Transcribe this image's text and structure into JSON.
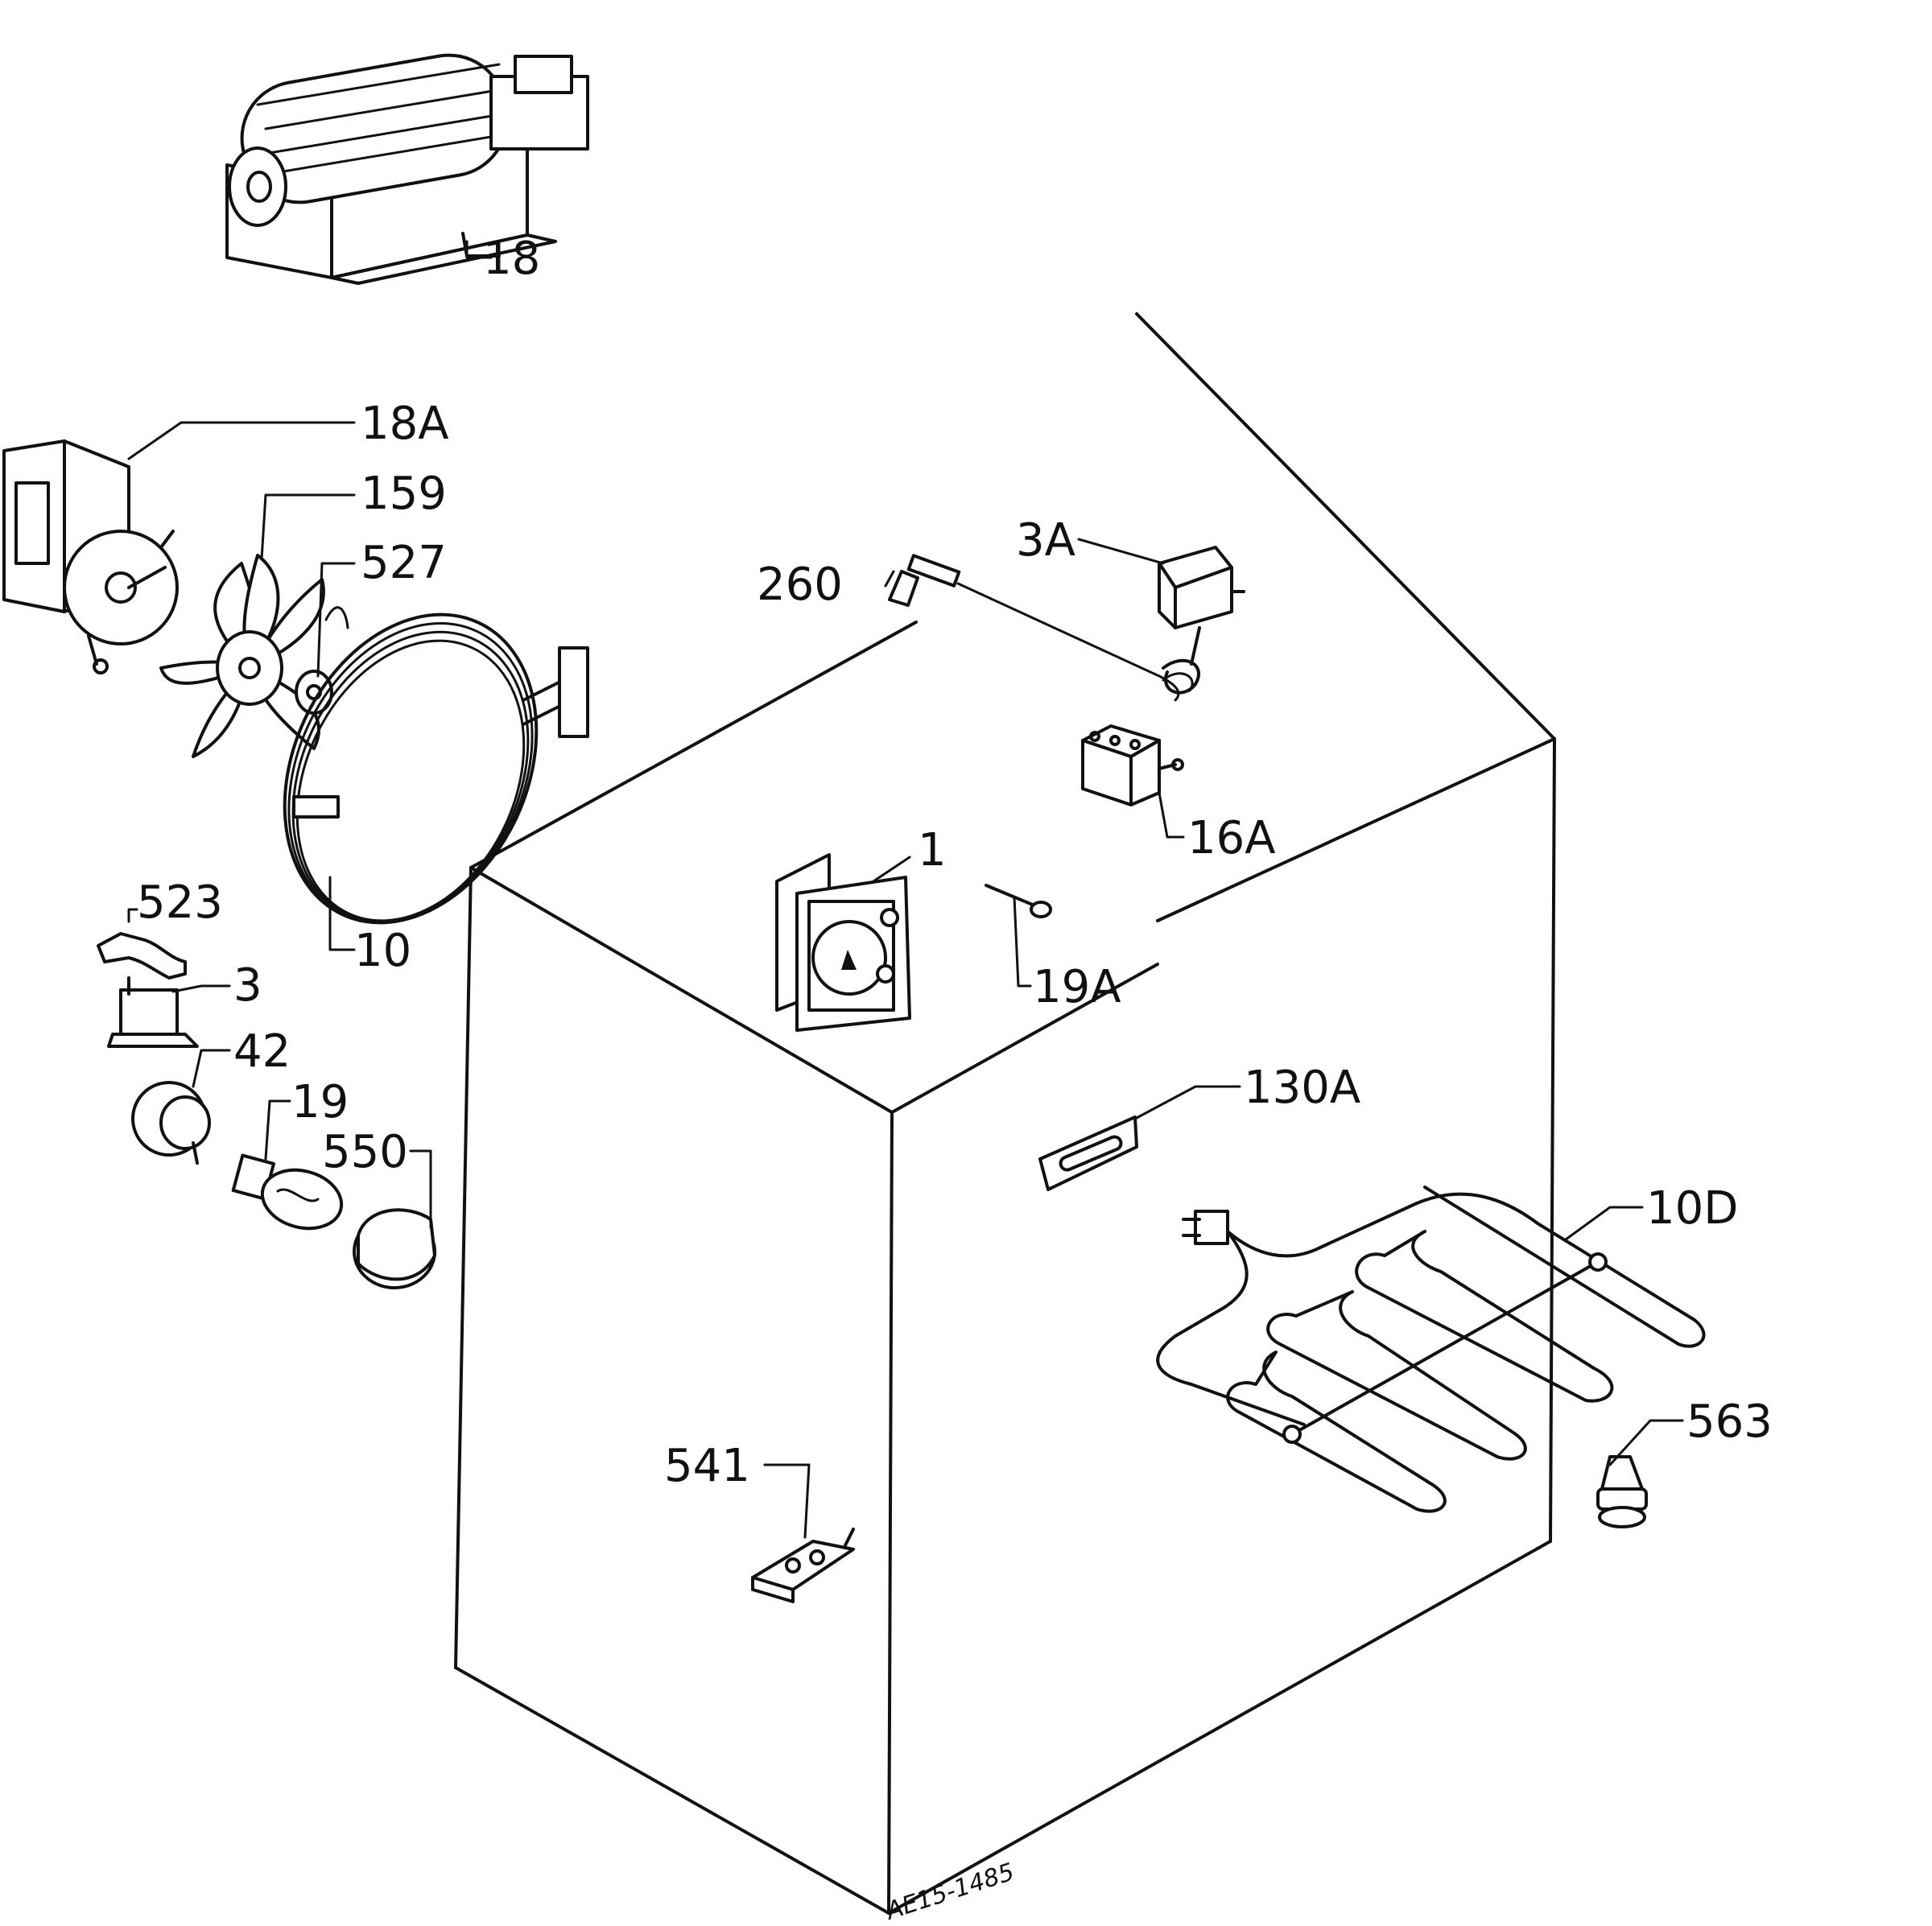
{
  "labels": {
    "p18": "18",
    "p18A": "18A",
    "p159": "159",
    "p527": "527",
    "p260": "260",
    "p3A": "3A",
    "p16A": "16A",
    "p1": "1",
    "p19A": "19A",
    "p523": "523",
    "p10": "10",
    "p3": "3",
    "p42": "42",
    "p19": "19",
    "p550": "550",
    "p130A": "130A",
    "p10D": "10D",
    "p541": "541",
    "p563": "563"
  },
  "drawing_code": "AE15-1485"
}
